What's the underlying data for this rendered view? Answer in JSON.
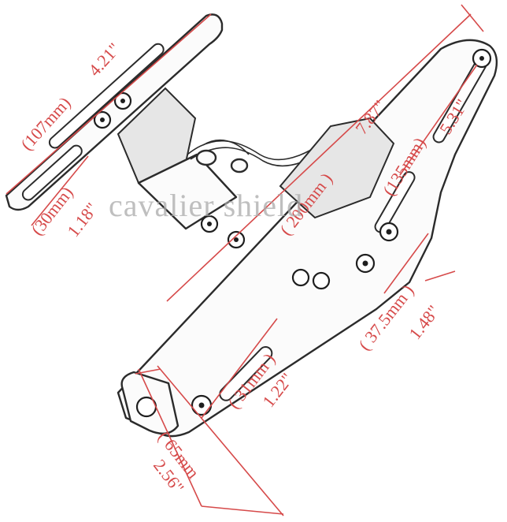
{
  "watermark": "cavalier shield",
  "dimensions": {
    "top_length": {
      "metric": "(107mm)",
      "imperial": "4.21\""
    },
    "top_width": {
      "metric": "(30mm)",
      "imperial": "1.18\""
    },
    "total_length": {
      "metric": "( 200mm )",
      "imperial": "7.87\""
    },
    "right_slot": {
      "metric": "(135mm)",
      "imperial": "5.31\""
    },
    "slot_gap": {
      "metric": "( 37.5mm )",
      "imperial": "1.48\""
    },
    "lower_slot": {
      "metric": "( 31mm )",
      "imperial": "1.22\""
    },
    "base_width": {
      "metric": "( 65mm",
      "imperial": "2.56\""
    }
  },
  "colors": {
    "dimension": "#d64a4a",
    "line": "#2b2b2b",
    "watermark": "#a9a9a9"
  }
}
